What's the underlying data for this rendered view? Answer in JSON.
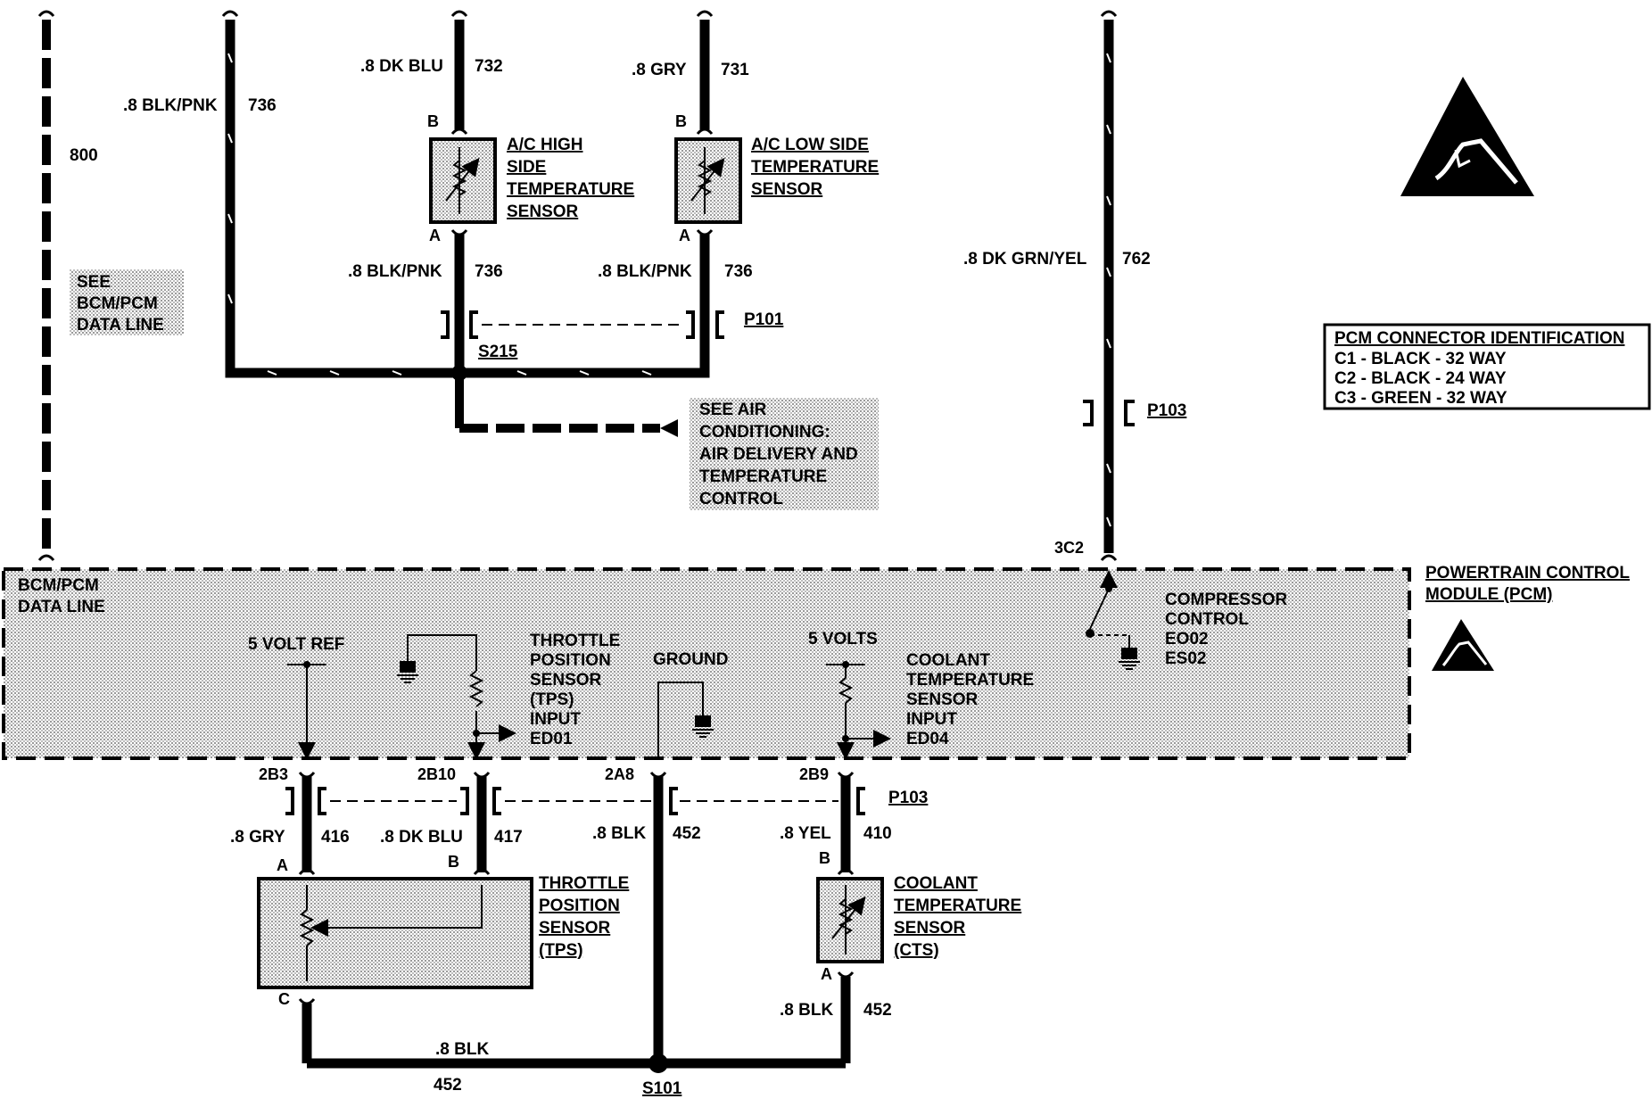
{
  "wires": {
    "w800": {
      "num": "800"
    },
    "w736_left": {
      "spec": ".8 BLK/PNK",
      "num": "736"
    },
    "w732": {
      "spec": ".8 DK BLU",
      "num": "732"
    },
    "w731": {
      "spec": ".8 GRY",
      "num": "731"
    },
    "w736_mid1": {
      "spec": ".8 BLK/PNK",
      "num": "736"
    },
    "w736_mid2": {
      "spec": ".8 BLK/PNK",
      "num": "736"
    },
    "w762": {
      "spec": ".8 DK GRN/YEL",
      "num": "762"
    },
    "w416": {
      "spec": ".8 GRY",
      "num": "416"
    },
    "w417": {
      "spec": ".8 DK BLU",
      "num": "417"
    },
    "w452a": {
      "spec": ".8 BLK",
      "num": "452"
    },
    "w410": {
      "spec": ".8 YEL",
      "num": "410"
    },
    "w452b": {
      "spec": ".8 BLK",
      "num": "452"
    },
    "w452c": {
      "spec": ".8 BLK",
      "num": "452"
    }
  },
  "see_boxes": {
    "bcm": [
      "SEE",
      "BCM/PCM",
      "DATA LINE"
    ],
    "ac": [
      "SEE AIR",
      "CONDITIONING:",
      "AIR DELIVERY AND",
      "TEMPERATURE",
      "CONTROL"
    ]
  },
  "sensors": {
    "ac_high": {
      "lines": [
        "A/C HIGH",
        "SIDE",
        "TEMPERATURE",
        "SENSOR"
      ],
      "pin_top": "B",
      "pin_bottom": "A"
    },
    "ac_low": {
      "lines": [
        "A/C LOW SIDE",
        "TEMPERATURE",
        "SENSOR"
      ],
      "pin_top": "B",
      "pin_bottom": "A"
    },
    "tps": {
      "lines": [
        "THROTTLE",
        "POSITION",
        "SENSOR",
        "(TPS)"
      ],
      "pin_a": "A",
      "pin_b": "B",
      "pin_c": "C"
    },
    "cts": {
      "lines": [
        "COOLANT",
        "TEMPERATURE",
        "SENSOR",
        "(CTS)"
      ],
      "pin_top": "B",
      "pin_bottom": "A"
    }
  },
  "connectors": {
    "p101": "P101",
    "p103_top": "P103",
    "p103_bottom": "P103"
  },
  "splices": {
    "s215": "S215",
    "s101": "S101"
  },
  "pcm": {
    "title": [
      "POWERTRAIN CONTROL",
      "MODULE (PCM)"
    ],
    "data_line": [
      "BCM/PCM",
      "DATA LINE"
    ],
    "five_volt_ref": "5 VOLT REF",
    "tps_input": [
      "THROTTLE",
      "POSITION",
      "SENSOR",
      "(TPS)",
      "INPUT",
      "ED01"
    ],
    "ground": "GROUND",
    "five_volts": "5 VOLTS",
    "cts_input": [
      "COOLANT",
      "TEMPERATURE",
      "SENSOR",
      "INPUT",
      "ED04"
    ],
    "compressor": [
      "COMPRESSOR",
      "CONTROL",
      "EO02",
      "ES02"
    ],
    "pins": {
      "p3c2": "3C2",
      "p2b3": "2B3",
      "p2b10": "2B10",
      "p2a8": "2A8",
      "p2b9": "2B9"
    }
  },
  "pcm_connector_id": {
    "title": "PCM CONNECTOR IDENTIFICATION",
    "rows": [
      "C1 - BLACK - 32 WAY",
      "C2 - BLACK - 24 WAY",
      "C3 - GREEN - 32 WAY"
    ]
  },
  "icons": {
    "esd_large": "esd-warning-icon",
    "esd_small": "esd-warning-icon"
  }
}
